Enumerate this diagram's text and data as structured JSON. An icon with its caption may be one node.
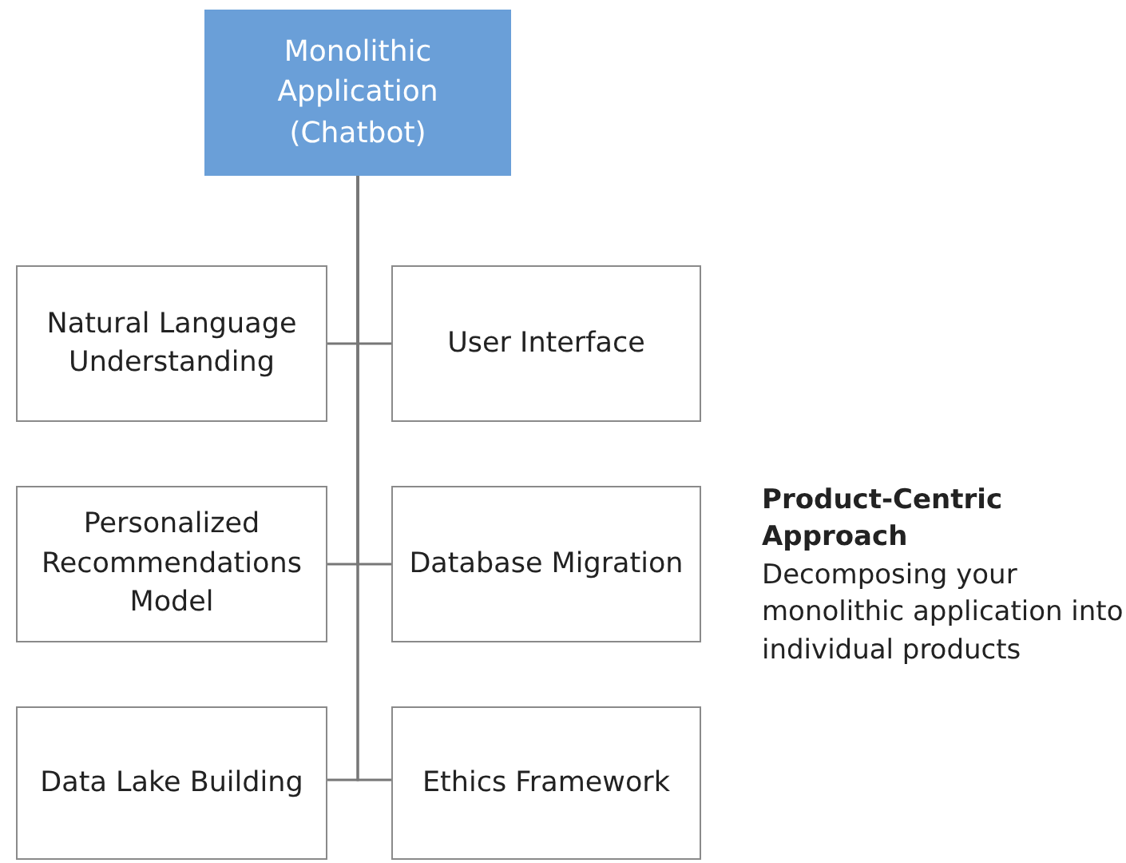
{
  "diagram": {
    "nodes": [
      {
        "text": [
          "Monolithic Application",
          "(Chatbot)"
        ]
      },
      {
        "text": [
          "Natural Language Understanding"
        ]
      },
      {
        "text": [
          "User Interface"
        ]
      },
      {
        "text": [
          "Personalized Recommendations Model"
        ]
      },
      {
        "text": [
          "Database Migration"
        ]
      },
      {
        "text": [
          "Data Lake Building"
        ]
      },
      {
        "text": [
          "Ethics Framework"
        ]
      }
    ],
    "edges": [
      {
        "from": 0,
        "to": 1,
        "arrow": "none"
      },
      {
        "from": 0,
        "to": 2,
        "arrow": "none"
      },
      {
        "from": 0,
        "to": 3,
        "arrow": "none"
      },
      {
        "from": 0,
        "to": 4,
        "arrow": "none"
      },
      {
        "from": 0,
        "to": 5,
        "arrow": "none"
      },
      {
        "from": 0,
        "to": 6,
        "arrow": "none"
      }
    ],
    "labels": [
      "Product-Centric Approach",
      "Decomposing your monolithic application into individual products"
    ]
  }
}
